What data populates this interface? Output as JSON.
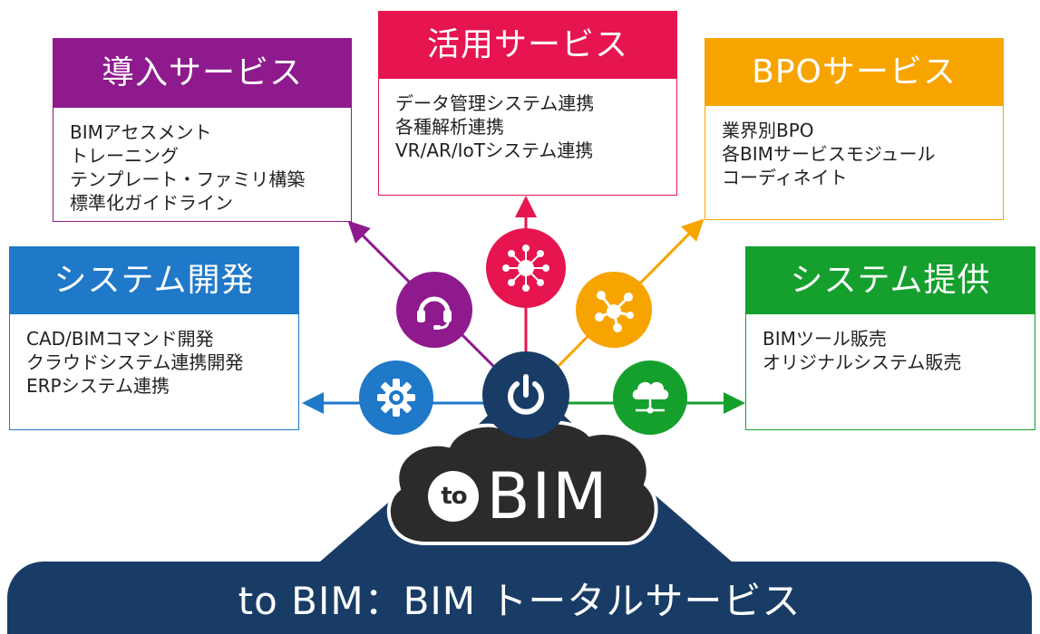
{
  "services": {
    "intro": {
      "title": "導入サービス",
      "color": "#8e1a8e",
      "items": [
        "BIMアセスメント",
        "トレーニング",
        "テンプレート・ファミリ構築",
        "標準化ガイドライン"
      ]
    },
    "katsuyo": {
      "title": "活用サービス",
      "color": "#e6154f",
      "items": [
        "データ管理システム連携",
        "各種解析連携",
        "VR/AR/IoTシステム連携"
      ]
    },
    "bpo": {
      "title": "BPOサービス",
      "color": "#f7a400",
      "items": [
        "業界別BPO",
        "各BIMサービスモジュール",
        "コーディネイト"
      ]
    },
    "sysdev": {
      "title": "システム開発",
      "color": "#1f78c8",
      "items": [
        "CAD/BIMコマンド開発",
        "クラウドシステム連携開発",
        "ERPシステム連携"
      ]
    },
    "systeikyo": {
      "title": "システム提供",
      "color": "#15a02e",
      "items": [
        "BIMツール販売",
        "オリジナルシステム販売"
      ]
    }
  },
  "icons": {
    "support": "headset-icon",
    "analysis": "hub-icon",
    "network": "network-icon",
    "gear": "gear-icon",
    "power": "power-icon",
    "cloud": "cloud-network-icon"
  },
  "logo": {
    "to": "to",
    "bim": "BIM"
  },
  "bottom_banner": "to BIM：BIM トータルサービス",
  "colors": {
    "navy": "#183c66",
    "cloud_dark": "#2b2b2b"
  }
}
